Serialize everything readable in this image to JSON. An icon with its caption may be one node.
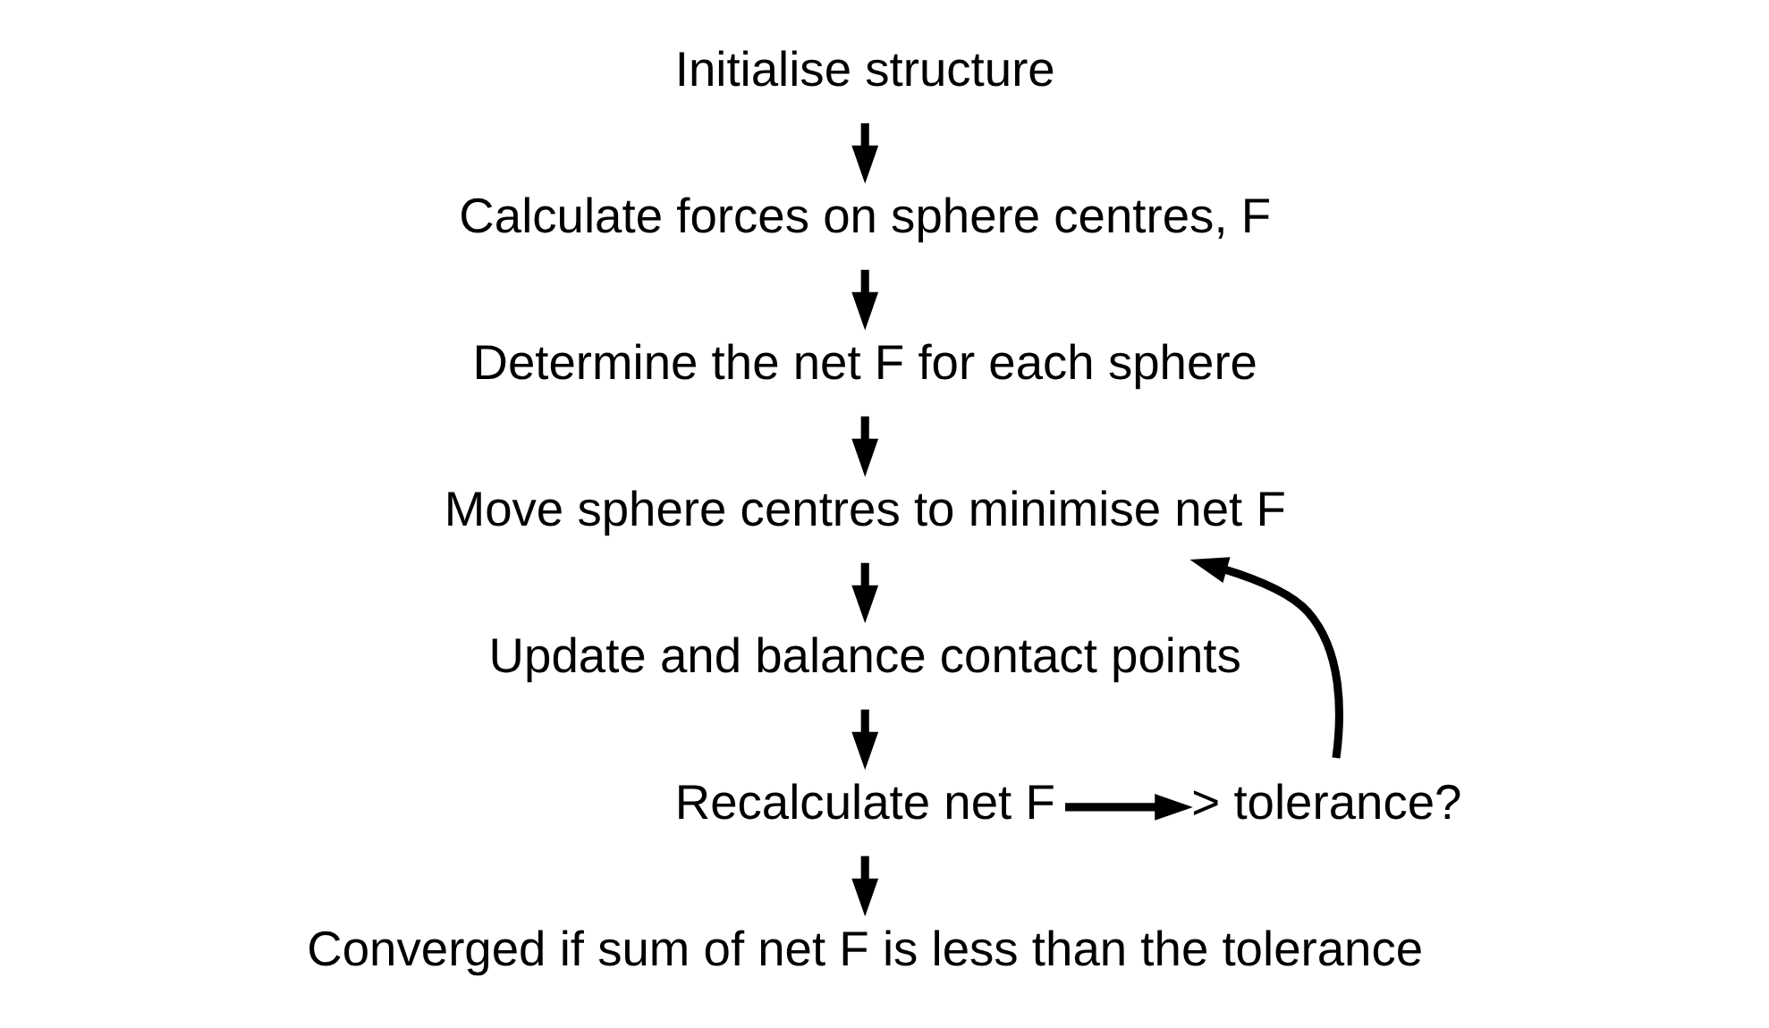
{
  "diagram": {
    "nodes": [
      {
        "text": [
          "Initialise structure"
        ]
      },
      {
        "text": [
          "Calculate forces on sphere centres, F"
        ]
      },
      {
        "text": [
          "Determine the net F for each sphere"
        ]
      },
      {
        "text": [
          "Move sphere centres to minimise net F"
        ]
      },
      {
        "text": [
          "Update and balance contact points"
        ]
      },
      {
        "text": [
          "Recalculate net F"
        ]
      },
      {
        "text": [
          "> tolerance?"
        ]
      },
      {
        "text": [
          "Converged if sum of net F is less than the tolerance"
        ]
      }
    ],
    "edges": [
      {
        "from": 0,
        "to": 1,
        "arrow": "to"
      },
      {
        "from": 1,
        "to": 2,
        "arrow": "to"
      },
      {
        "from": 2,
        "to": 3,
        "arrow": "to"
      },
      {
        "from": 3,
        "to": 4,
        "arrow": "to"
      },
      {
        "from": 4,
        "to": 5,
        "arrow": "to"
      },
      {
        "from": 5,
        "to": 6,
        "arrow": "to"
      },
      {
        "from": 6,
        "to": 3,
        "arrow": "to"
      },
      {
        "from": 5,
        "to": 7,
        "arrow": "to"
      }
    ]
  }
}
